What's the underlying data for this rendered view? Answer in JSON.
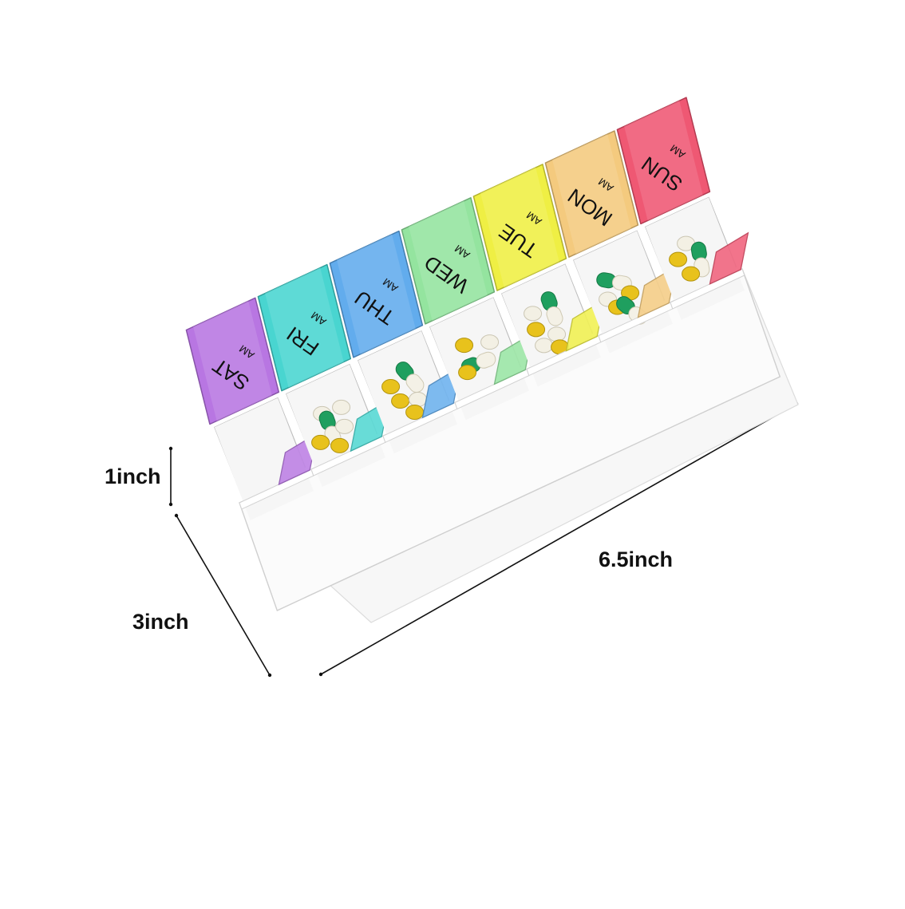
{
  "dimensions": {
    "height_label": "1inch",
    "depth_label": "3inch",
    "width_label": "6.5inch"
  },
  "compartments": [
    {
      "day": "SAT",
      "period": "AM",
      "color": "#b46fe0"
    },
    {
      "day": "FRI",
      "period": "AM",
      "color": "#3fd3cd"
    },
    {
      "day": "THU",
      "period": "AM",
      "color": "#5aa8ec"
    },
    {
      "day": "WED",
      "period": "AM",
      "color": "#8ee39a"
    },
    {
      "day": "TUE",
      "period": "AM",
      "color": "#eeee3a"
    },
    {
      "day": "MON",
      "period": "AM",
      "color": "#f3c777"
    },
    {
      "day": "SUN",
      "period": "AM",
      "color": "#ee4f6c"
    }
  ],
  "pill_colors": {
    "capsule_green": "#1f9f5f",
    "capsule_white": "#f4f1e6",
    "tablet_yellow": "#e8c21c",
    "tablet_white": "#f3f0e4"
  }
}
